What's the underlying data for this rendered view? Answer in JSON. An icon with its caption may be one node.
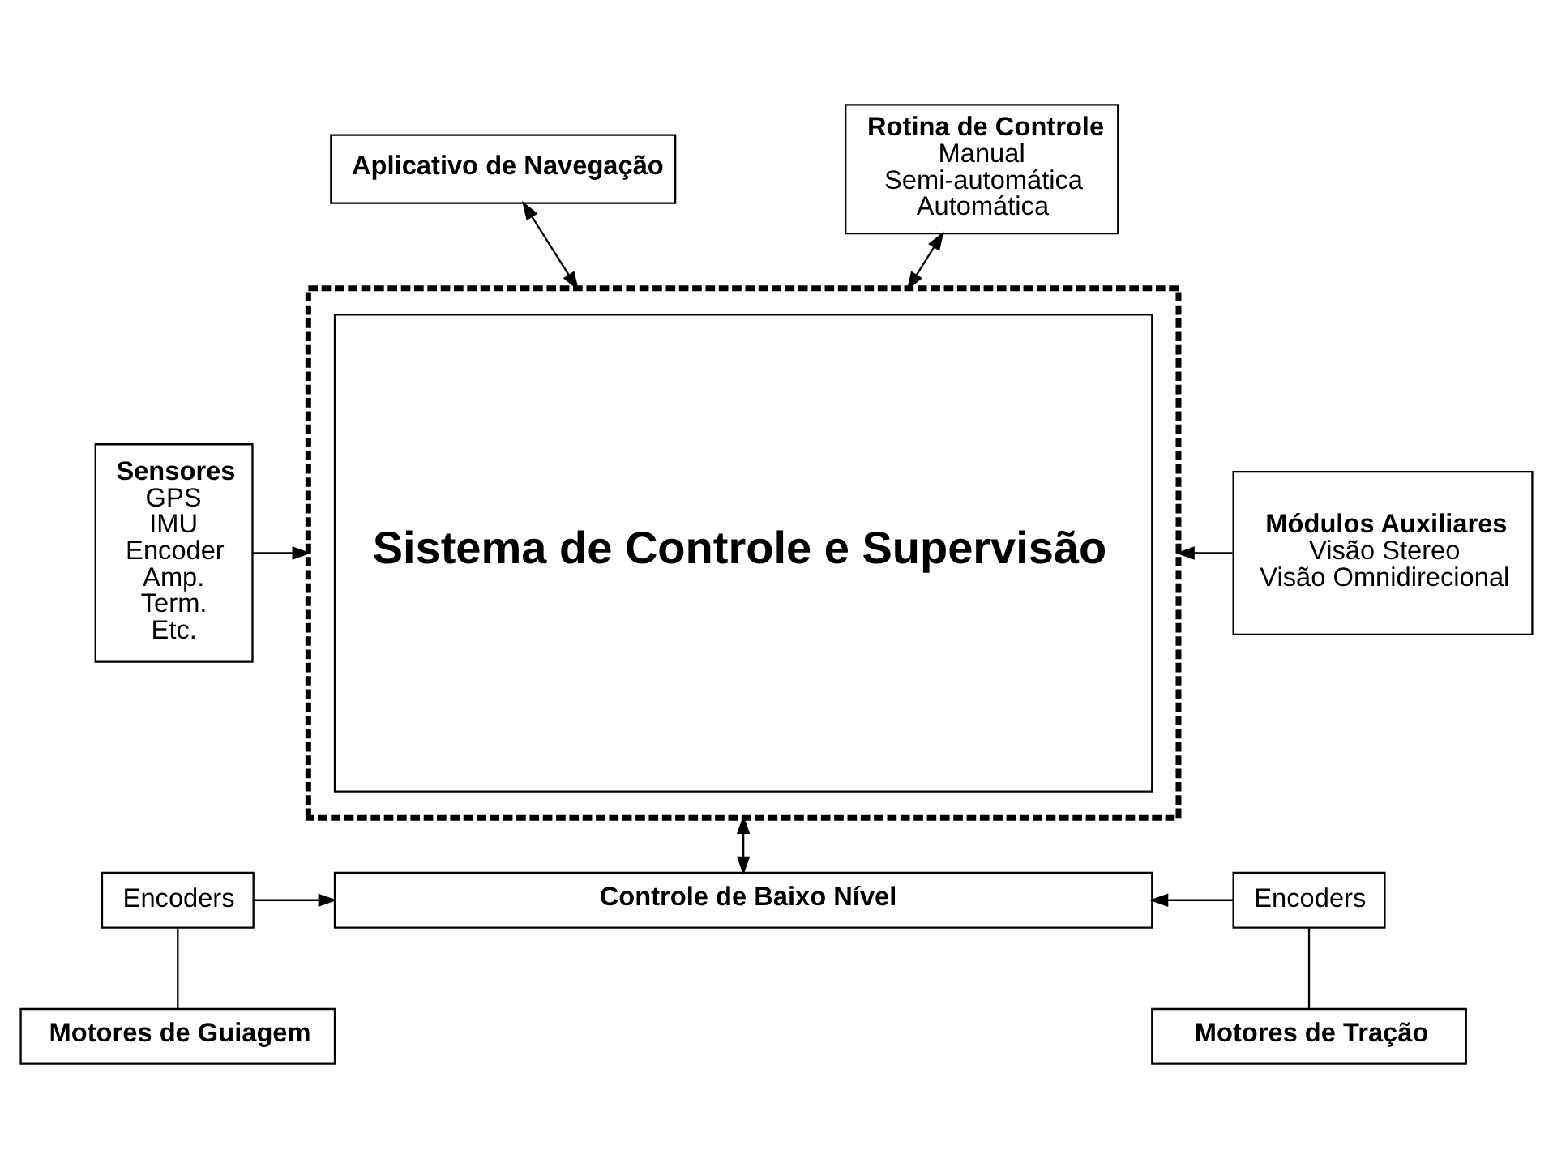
{
  "diagram": {
    "nodes": [
      {
        "text": [
          "Aplicativo de Navegação"
        ]
      },
      {
        "text": [
          "Rotina de Controle",
          "Manual",
          "Semi-automática",
          "Automática"
        ]
      },
      {
        "text": [
          "Sensores",
          "GPS",
          "IMU",
          "Encoder",
          "Amp.",
          "Term.",
          "Etc."
        ]
      },
      {
        "text": [],
        "shape": "box"
      },
      {
        "text": [
          "Sistema de Controle e Supervisão"
        ],
        "in": 3
      },
      {
        "text": [
          "Módulos Auxiliares",
          "Visão Stereo",
          "Visão Omnidirecional"
        ]
      },
      {
        "text": [
          "Encoders"
        ]
      },
      {
        "text": [
          "Controle de Baixo Nível"
        ]
      },
      {
        "text": [
          "Encoders"
        ]
      },
      {
        "text": [
          "Motores de Guiagem"
        ]
      },
      {
        "text": [
          "Motores de Tração"
        ]
      }
    ],
    "edges": [
      {
        "from": 0,
        "to": 3,
        "arrow": "both"
      },
      {
        "from": 1,
        "to": 3,
        "arrow": "both"
      },
      {
        "from": 2,
        "to": 3,
        "arrow": "to"
      },
      {
        "from": 5,
        "to": 3,
        "arrow": "to"
      },
      {
        "from": 3,
        "to": 7,
        "arrow": "both"
      },
      {
        "from": 6,
        "to": 7,
        "arrow": "to"
      },
      {
        "from": 8,
        "to": 7,
        "arrow": "to"
      },
      {
        "from": 6,
        "to": 9,
        "arrow": "none"
      },
      {
        "from": 8,
        "to": 10,
        "arrow": "none"
      }
    ]
  }
}
